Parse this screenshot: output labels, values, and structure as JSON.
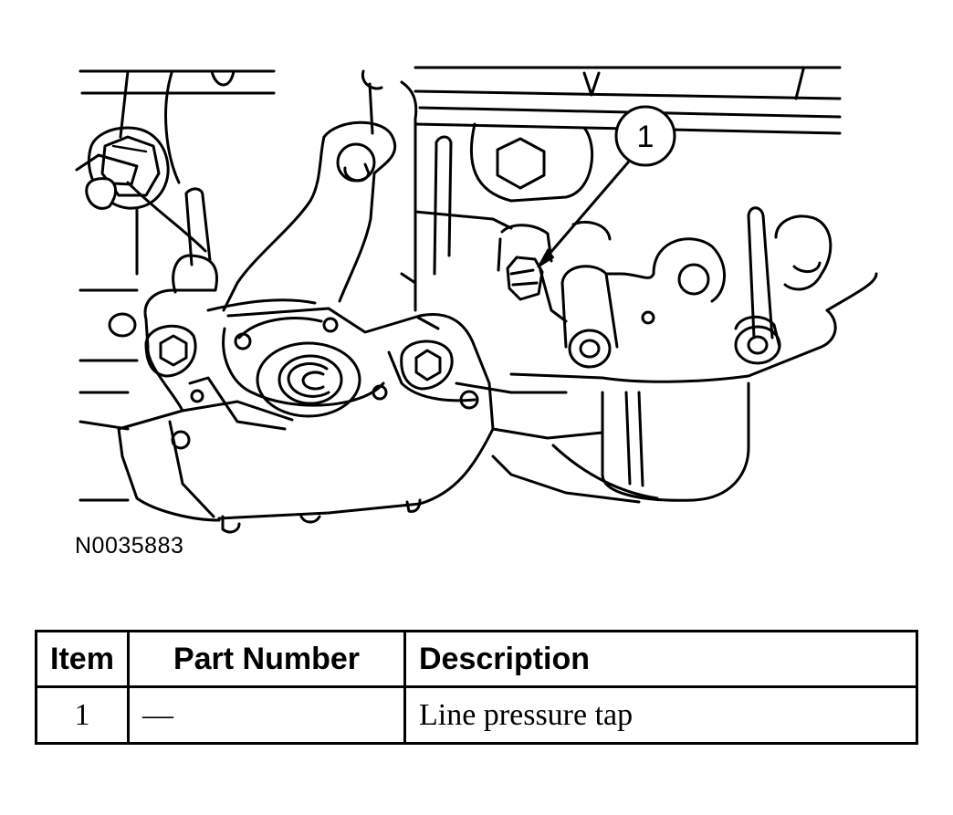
{
  "figure": {
    "id": "N0035883",
    "callouts": [
      {
        "label": "1"
      }
    ]
  },
  "legend": {
    "headers": {
      "item": "Item",
      "part_number": "Part Number",
      "description": "Description"
    },
    "rows": [
      {
        "item": "1",
        "part_number": "—",
        "description": "Line pressure tap"
      }
    ]
  }
}
